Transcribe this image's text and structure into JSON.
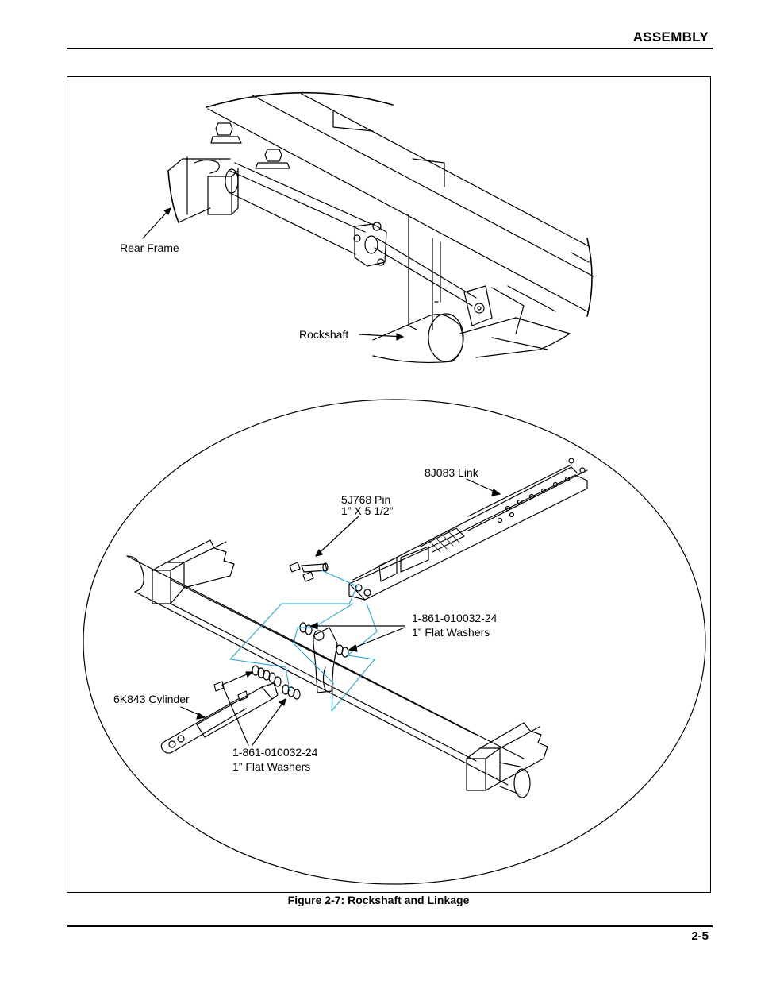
{
  "header": {
    "section_title": "ASSEMBLY"
  },
  "figure": {
    "caption": "Figure 2-7:  Rockshaft and Linkage",
    "labels": {
      "rear_frame": "Rear Frame",
      "rockshaft": "Rockshaft",
      "link": "8J083 Link",
      "pin_line1": "5J768 Pin",
      "pin_line2": "1” X 5 1/2”",
      "washers_right_line1": "1-861-010032-24",
      "washers_right_line2": "1” Flat Washers",
      "cylinder": "6K843 Cylinder",
      "washers_left_line1": "1-861-010032-24",
      "washers_left_line2": "1” Flat Washers"
    }
  },
  "footer": {
    "page_number": "2-5"
  }
}
